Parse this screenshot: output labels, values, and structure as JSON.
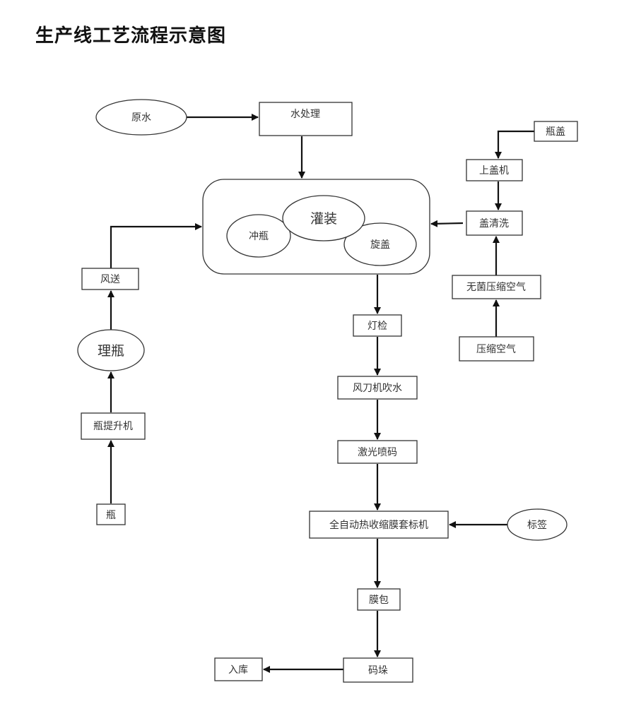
{
  "title": "生产线工艺流程示意图",
  "nodes": {
    "raw_water": "原水",
    "water_treatment": "水处理",
    "filling": "灌装",
    "rinse_bottle": "冲瓶",
    "capping": "旋盖",
    "bottle_cap": "瓶盖",
    "cap_loader": "上盖机",
    "cap_washing": "盖清洗",
    "sterile_compressed_air": "无菌压缩空气",
    "compressed_air": "压缩空气",
    "air_conveying": "风送",
    "bottle_sorting": "理瓶",
    "bottle_elevator": "瓶提升机",
    "bottle": "瓶",
    "light_inspection": "灯检",
    "air_knife_blow": "风刀机吹水",
    "laser_coding": "激光喷码",
    "shrink_sleeve_labeler": "全自动热收缩膜套标机",
    "label": "标签",
    "film_packing": "膜包",
    "palletizing": "码垛",
    "warehousing": "入库"
  },
  "edges": [
    [
      "raw_water",
      "water_treatment"
    ],
    [
      "water_treatment",
      "filling_unit"
    ],
    [
      "bottle_cap",
      "cap_loader"
    ],
    [
      "cap_loader",
      "cap_washing"
    ],
    [
      "cap_washing",
      "filling_unit"
    ],
    [
      "compressed_air",
      "sterile_compressed_air"
    ],
    [
      "sterile_compressed_air",
      "cap_washing"
    ],
    [
      "bottle",
      "bottle_elevator"
    ],
    [
      "bottle_elevator",
      "bottle_sorting"
    ],
    [
      "bottle_sorting",
      "air_conveying"
    ],
    [
      "air_conveying",
      "filling_unit"
    ],
    [
      "filling_unit",
      "light_inspection"
    ],
    [
      "light_inspection",
      "air_knife_blow"
    ],
    [
      "air_knife_blow",
      "laser_coding"
    ],
    [
      "laser_coding",
      "shrink_sleeve_labeler"
    ],
    [
      "label",
      "shrink_sleeve_labeler"
    ],
    [
      "shrink_sleeve_labeler",
      "film_packing"
    ],
    [
      "film_packing",
      "palletizing"
    ],
    [
      "palletizing",
      "warehousing"
    ]
  ]
}
